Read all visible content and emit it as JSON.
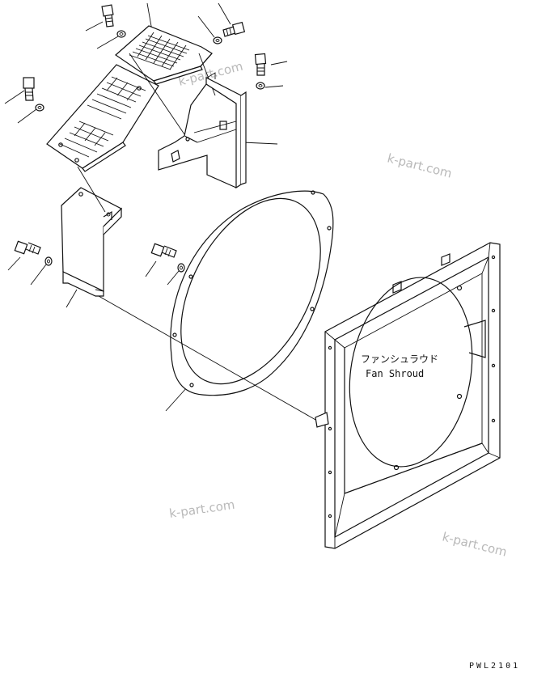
{
  "diagram": {
    "part_label_jp": "ファンシュラウド",
    "part_label_en": "Fan Shroud",
    "drawing_code": "PWL2101",
    "watermarks": [
      "k-part.com",
      "k-part.com",
      "k-part.com",
      "k-part.com"
    ]
  },
  "colors": {
    "line": "#111111",
    "watermark": "#b9b9b9",
    "background": "#ffffff"
  }
}
